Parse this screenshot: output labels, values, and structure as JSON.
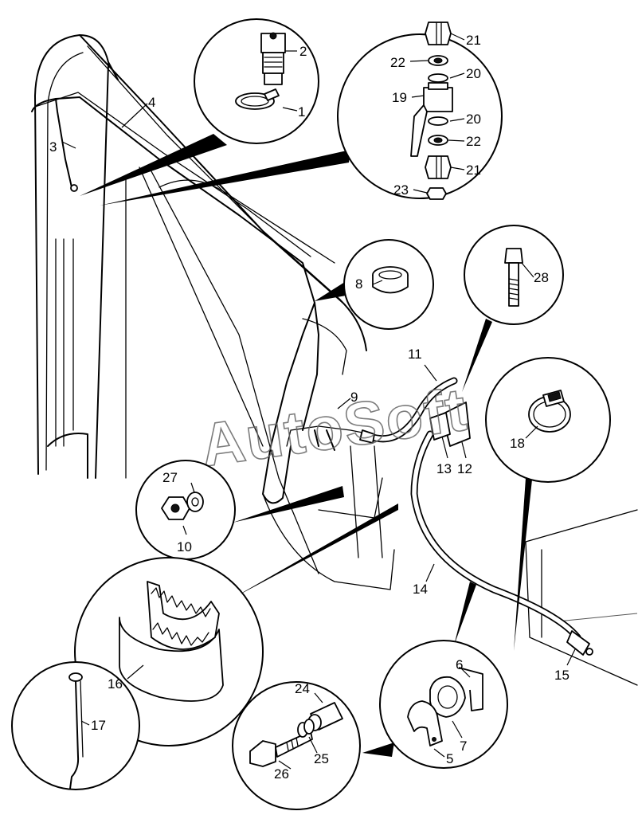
{
  "watermark": "AutoSoft",
  "callouts": {
    "c1": "1",
    "c2": "2",
    "c3": "3",
    "c4": "4",
    "c5": "5",
    "c6": "6",
    "c7": "7",
    "c8": "8",
    "c9": "9",
    "c10": "10",
    "c11": "11",
    "c12": "12",
    "c13": "13",
    "c14": "14",
    "c15": "15",
    "c16": "16",
    "c17": "17",
    "c18": "18",
    "c19": "19",
    "c20a": "20",
    "c20b": "20",
    "c21a": "21",
    "c21b": "21",
    "c22a": "22",
    "c22b": "22",
    "c23": "23",
    "c24": "24",
    "c25": "25",
    "c26": "26",
    "c27": "27",
    "c28": "28"
  }
}
